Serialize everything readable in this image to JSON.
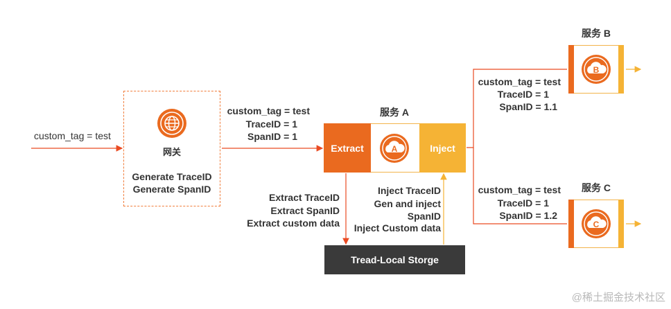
{
  "input": {
    "custom_tag": "custom_tag = test"
  },
  "gateway": {
    "title": "网关",
    "lines": [
      "Generate TraceID",
      "Generate SpanID"
    ]
  },
  "to_service_a": [
    "custom_tag = test",
    "TraceID = 1",
    "SpanID = 1"
  ],
  "service_a": {
    "title": "服务 A",
    "extract_label": "Extract",
    "inject_label": "Inject",
    "badge": "A"
  },
  "extract_notes": [
    "Extract TraceID",
    "Extract SpanID",
    "Extract custom data"
  ],
  "inject_notes": [
    "Inject TraceID",
    "Gen and inject",
    "SpanID",
    "Inject Custom data"
  ],
  "storage": {
    "label": "Tread-Local Storge"
  },
  "service_b": {
    "title": "服务 B",
    "badge": "B",
    "lines": [
      "custom_tag = test",
      "TraceID = 1",
      "SpanID = 1.1"
    ]
  },
  "service_c": {
    "title": "服务 C",
    "badge": "C",
    "lines": [
      "custom_tag = test",
      "TraceID = 1",
      "SpanID = 1.2"
    ]
  },
  "watermark": "@稀土掘金技术社区",
  "colors": {
    "orange": "#ea6a1f",
    "yellow": "#f5b335",
    "dark": "#3a3a3a",
    "text": "#333333"
  },
  "icons": {
    "gateway": "globe-icon",
    "service": "cloud-icon"
  }
}
